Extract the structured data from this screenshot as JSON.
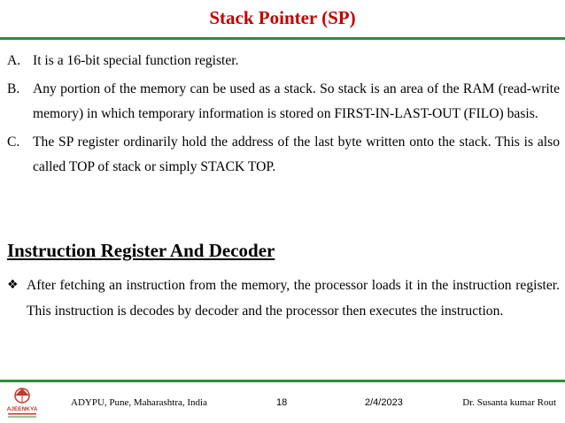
{
  "slide": {
    "title": "Stack Pointer (SP)",
    "items": [
      {
        "marker": "A.",
        "text": "It is a 16-bit special function register."
      },
      {
        "marker": "B.",
        "text": "Any portion of the memory can be used as a stack. So stack is an area of the RAM (read-write memory) in which temporary information is stored on FIRST-IN-LAST-OUT (FILO) basis."
      },
      {
        "marker": "C.",
        "text": "The SP register ordinarily hold the address of the last byte written onto the stack. This is also called TOP of stack or simply STACK TOP."
      }
    ],
    "section_heading": "Instruction Register And Decoder",
    "bullet_symbol": "❖",
    "bullet_text": "After fetching an instruction from the memory, the processor loads it in the instruction register. This instruction is decodes by decoder and the processor then executes the instruction."
  },
  "footer": {
    "logo_text": "AJEENKYA",
    "institution": "ADYPU, Pune, Maharashtra, India",
    "page_number": "18",
    "date": "2/4/2023",
    "author": "Dr. Susanta kumar Rout"
  },
  "colors": {
    "title": "#c00000",
    "rule": "#2e8b3a",
    "logo": "#c0392b"
  }
}
